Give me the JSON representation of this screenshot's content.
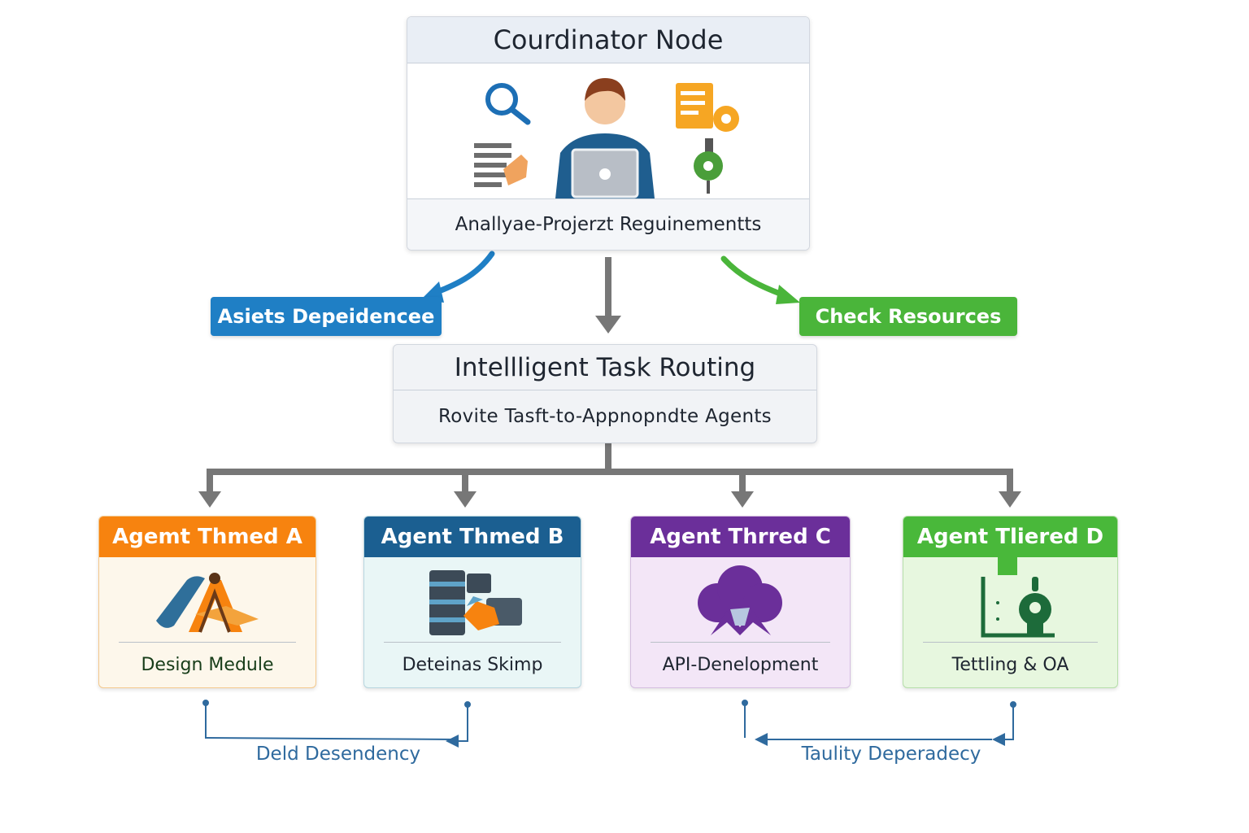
{
  "coordinator": {
    "title": "Courdinator Node",
    "subtitle": "Anallyae-Projerzt Reguinementts",
    "icons": [
      "search-icon",
      "document-hand-icon",
      "user-laptop-icon",
      "document-gear-icon",
      "location-pin-icon"
    ]
  },
  "branches": {
    "left_label": "Asiets Depeidencee",
    "right_label": "Check Resources"
  },
  "routing": {
    "title": "Intellligent Task Routing",
    "subtitle": "Rovite  Tasft-to-Appnopndte  Agents"
  },
  "agents": [
    {
      "title": "Agemt Thmed A",
      "label": "Design Medule",
      "icon": "design-tools-icon",
      "color": "#f7830f"
    },
    {
      "title": "Agent Thmed B",
      "label": "Deteinas Skimp",
      "icon": "database-icon",
      "color": "#1b5f91"
    },
    {
      "title": "Agent Thrred C",
      "label": "API-Denelopment",
      "icon": "cloud-icon",
      "color": "#6b2f9a"
    },
    {
      "title": "Agent Tliered D",
      "label": "Tettling & OA",
      "icon": "testing-icon",
      "color": "#49b83a"
    }
  ],
  "dependencies": [
    {
      "label": "Deld Desendency"
    },
    {
      "label": "Taulity Deperadecy"
    }
  ],
  "colors": {
    "connector": "#777777",
    "left_branch": "#1f7fc5",
    "right_branch": "#4ab53a",
    "dependency": "#2f6a9e"
  }
}
